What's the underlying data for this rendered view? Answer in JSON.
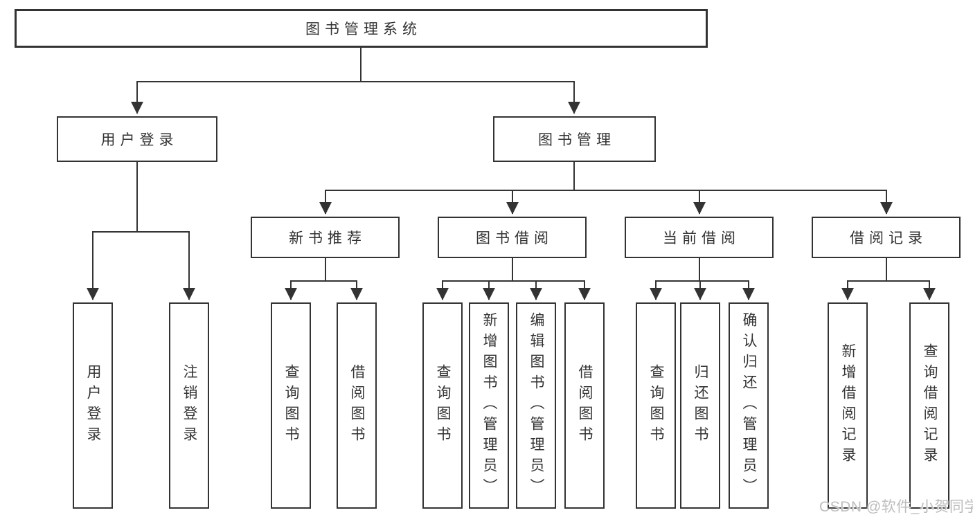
{
  "colors": {
    "background": "#ffffff",
    "line": "#333333",
    "box_border": "#333333",
    "text": "#333333",
    "watermark": "#bdbdbd"
  },
  "tree": {
    "label": "图书管理系统",
    "children": [
      {
        "label": "用户登录",
        "children": [
          {
            "label": "用户登录"
          },
          {
            "label": "注销登录"
          }
        ]
      },
      {
        "label": "图书管理",
        "children": [
          {
            "label": "新书推荐",
            "children": [
              {
                "label": "查询图书"
              },
              {
                "label": "借阅图书"
              }
            ]
          },
          {
            "label": "图书借阅",
            "children": [
              {
                "label": "查询图书"
              },
              {
                "label": "新增图书（管理员）"
              },
              {
                "label": "编辑图书（管理员）"
              },
              {
                "label": "借阅图书"
              }
            ]
          },
          {
            "label": "当前借阅",
            "children": [
              {
                "label": "查询图书"
              },
              {
                "label": "归还图书"
              },
              {
                "label": "确认归还（管理员）"
              }
            ]
          },
          {
            "label": "借阅记录",
            "children": [
              {
                "label": "新增借阅记录"
              },
              {
                "label": "查询借阅记录"
              }
            ]
          }
        ]
      }
    ]
  },
  "watermark": {
    "text": "CSDN @软件_小贺同学"
  }
}
